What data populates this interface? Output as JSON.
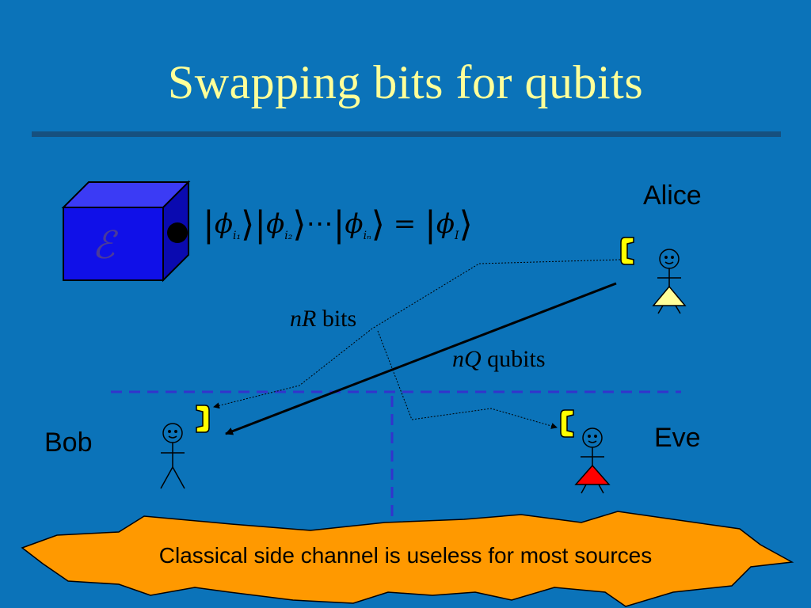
{
  "slide": {
    "title": "Swapping bits for qubits",
    "source_symbol": "ℰ",
    "state_equation": {
      "terms": [
        "ϕ",
        "ϕ",
        "ϕ"
      ],
      "subscripts": [
        "i₁",
        "i₂",
        "iₙ"
      ],
      "ellipsis": "⋯",
      "equals": "=",
      "result_symbol": "ϕ",
      "result_subscript": "I"
    },
    "parties": {
      "alice": "Alice",
      "bob": "Bob",
      "eve": "Eve"
    },
    "classical_label": {
      "var": "nR",
      "unit": "bits"
    },
    "quantum_label": {
      "var": "nQ",
      "unit": "qubits"
    },
    "caption": "Classical side channel is useless for most sources"
  },
  "colors": {
    "background": "#0B73B9",
    "title": "#FFFF99",
    "cube_front": "#1010E8",
    "cube_top": "#3B3BF5",
    "cube_side": "#0A0AB0",
    "alice_body": "#FFFF99",
    "eve_body": "#FF0000",
    "phone": "#FFFF00",
    "divider": "#3333CC",
    "banner": "#FF9900"
  },
  "icons": [
    "cube-source-icon",
    "phone-icon",
    "stick-figure-icon"
  ]
}
